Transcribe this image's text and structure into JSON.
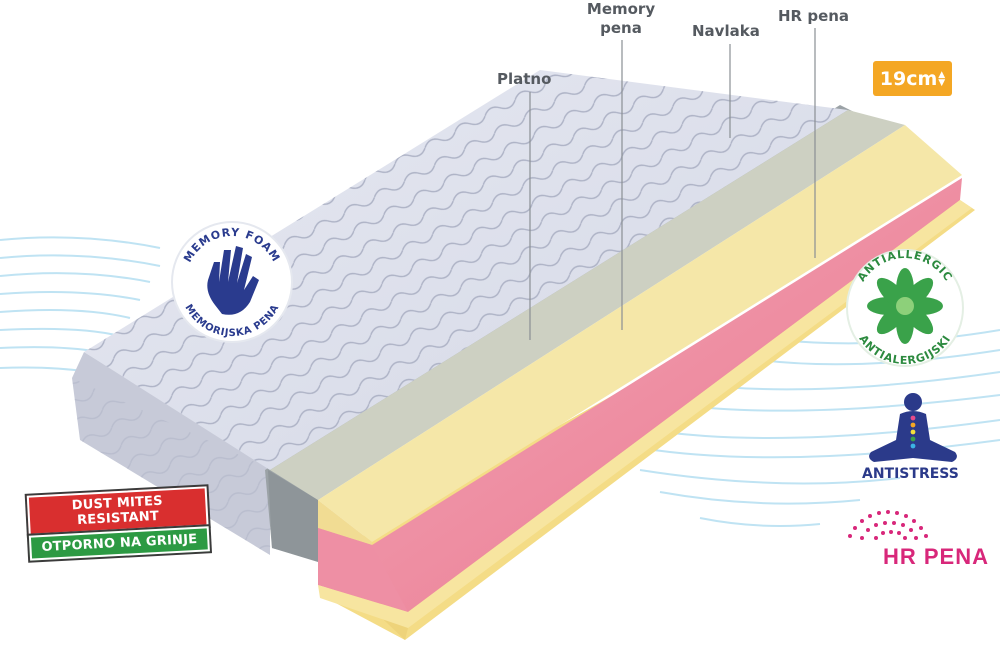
{
  "labels": {
    "platno": "Platno",
    "memory_line1": "Memory",
    "memory_line2": "pena",
    "navlaka": "Navlaka",
    "hr_pena": "HR pena"
  },
  "height_badge": {
    "value": "19",
    "unit": "cm"
  },
  "memory_badge": {
    "top_text": "MEMORY FOAM",
    "bottom_text": "MEMORIJSKA PENA"
  },
  "antiallergic_badge": {
    "top_text": "ANTIALLERGIC",
    "bottom_text": "ANTIALERGIJSKI"
  },
  "dust_badge": {
    "line1": "DUST MITES RESISTANT",
    "line2": "OTPORNO NA GRINJE"
  },
  "antistress": {
    "text": "ANTISTRESS"
  },
  "hr_badge": {
    "text": "HR PENA"
  },
  "colors": {
    "accent_orange": "#f4a724",
    "navy": "#2b3a8a",
    "green": "#2c9a43",
    "red": "#d92f2f",
    "pink": "#d8277a"
  }
}
